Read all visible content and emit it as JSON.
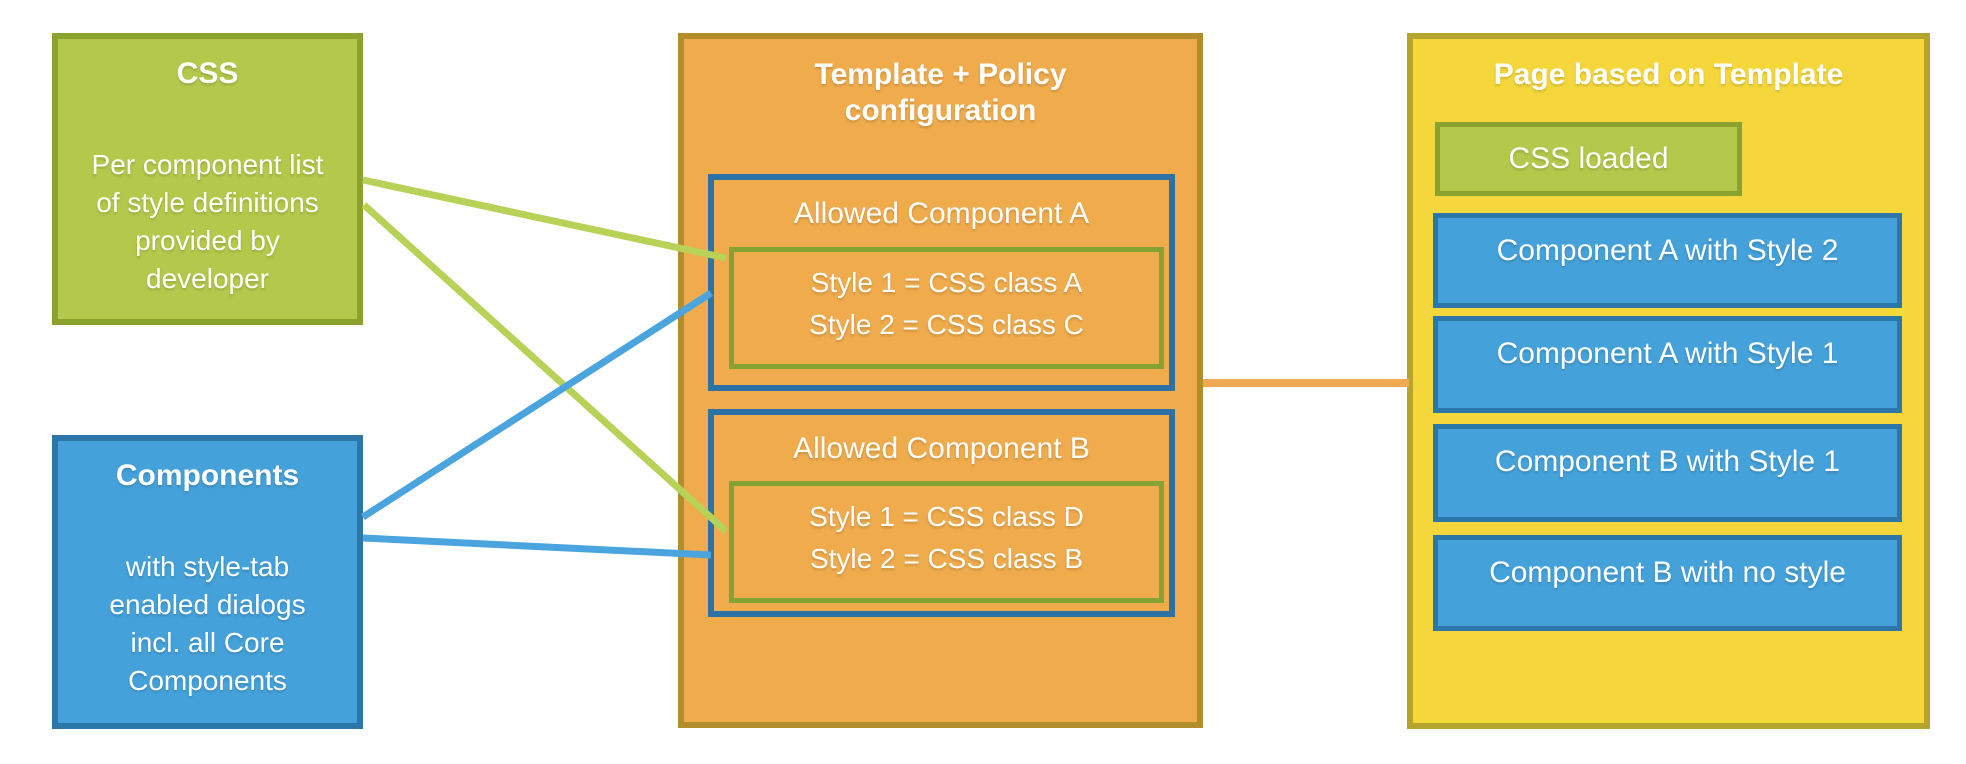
{
  "colors": {
    "green_fill": "#b4c84b",
    "green_border": "#8ba32e",
    "blue_fill": "#45a1da",
    "blue_border": "#2d76a9",
    "orange_fill": "#efab4c",
    "orange_border": "#b38c2c",
    "yellow_fill": "#f5d73b",
    "yellow_border": "#b5a42e",
    "inner_blue_border": "#2d72a7",
    "inner_green_border": "#83a432",
    "line_green": "#b8d157",
    "line_blue": "#4aa4de",
    "line_orange": "#f0ab52",
    "text": "#ffffff"
  },
  "css_box": {
    "title": "CSS",
    "body_lines": [
      "Per component list",
      "of style definitions",
      "provided by",
      "developer"
    ]
  },
  "components_box": {
    "title": "Components",
    "body_lines": [
      "with style-tab",
      "enabled dialogs",
      "incl. all Core",
      "Components"
    ]
  },
  "template_box": {
    "title": "Template + Policy configuration",
    "allowed_components": [
      {
        "title": "Allowed Component A",
        "styles": [
          "Style 1 = CSS class A",
          "Style 2 = CSS class C"
        ]
      },
      {
        "title": "Allowed Component B",
        "styles": [
          "Style 1 = CSS class D",
          "Style 2 = CSS class B"
        ]
      }
    ]
  },
  "page_box": {
    "title": "Page based on Template",
    "css_loaded_label": "CSS loaded",
    "components": [
      "Component A with Style 2",
      "Component A with Style 1",
      "Component B with Style 1",
      "Component B with no style"
    ]
  },
  "connections": [
    {
      "from": "css-box",
      "to": "style-list-a",
      "color": "green"
    },
    {
      "from": "css-box",
      "to": "style-list-b",
      "color": "green"
    },
    {
      "from": "components-box",
      "to": "allowed-component-a",
      "color": "blue"
    },
    {
      "from": "components-box",
      "to": "allowed-component-b",
      "color": "blue"
    },
    {
      "from": "template-box",
      "to": "page-box",
      "color": "orange"
    }
  ]
}
